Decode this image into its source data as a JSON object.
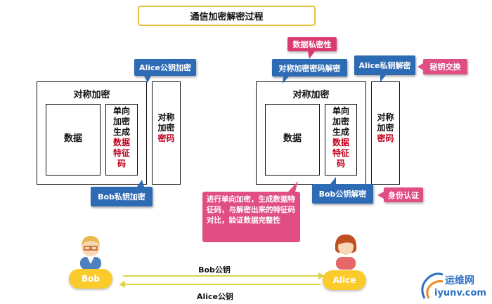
{
  "title": "通信加密解密过程",
  "left": {
    "sym_label": "对称加密",
    "data_label": "数据",
    "oneway_lines": [
      "单向",
      "加密",
      "生成"
    ],
    "oneway_red_lines": [
      "数据",
      "特征",
      "码"
    ],
    "sym_key_lines": [
      "对称",
      "加密"
    ],
    "sym_key_red": "密码",
    "alice_encrypt": "Alice公钥加密",
    "bob_encrypt": "Bob私钥加密"
  },
  "right": {
    "privacy_tag": "数据私密性",
    "sym_decrypt_key": "对称加密密码解密",
    "alice_decrypt": "Alice私钥解密",
    "key_exchange": "秘钥交换",
    "sym_label": "对称加密",
    "data_label": "数据",
    "oneway_lines": [
      "单向",
      "加密",
      "生成"
    ],
    "oneway_red_lines": [
      "数据",
      "特征",
      "码"
    ],
    "sym_key_lines": [
      "对称",
      "加密"
    ],
    "sym_key_red": "密码",
    "bob_decrypt": "Bob公钥解密",
    "identity": "身份认证",
    "integrity_note": "进行单向加密，生成数据特征码，与解密出来的特征码对比，验证数据完整性"
  },
  "people": {
    "bob": "Bob",
    "alice": "Alice",
    "bob_key": "Bob公钥",
    "alice_key": "Alice公钥"
  },
  "watermark": {
    "cn": "运维网",
    "url": "iyunv.com"
  },
  "colors": {
    "blue_callout": "#2e6bb5",
    "pink": "#d8396f",
    "yellow": "#fbcb2c",
    "red_text": "#c0001c"
  }
}
